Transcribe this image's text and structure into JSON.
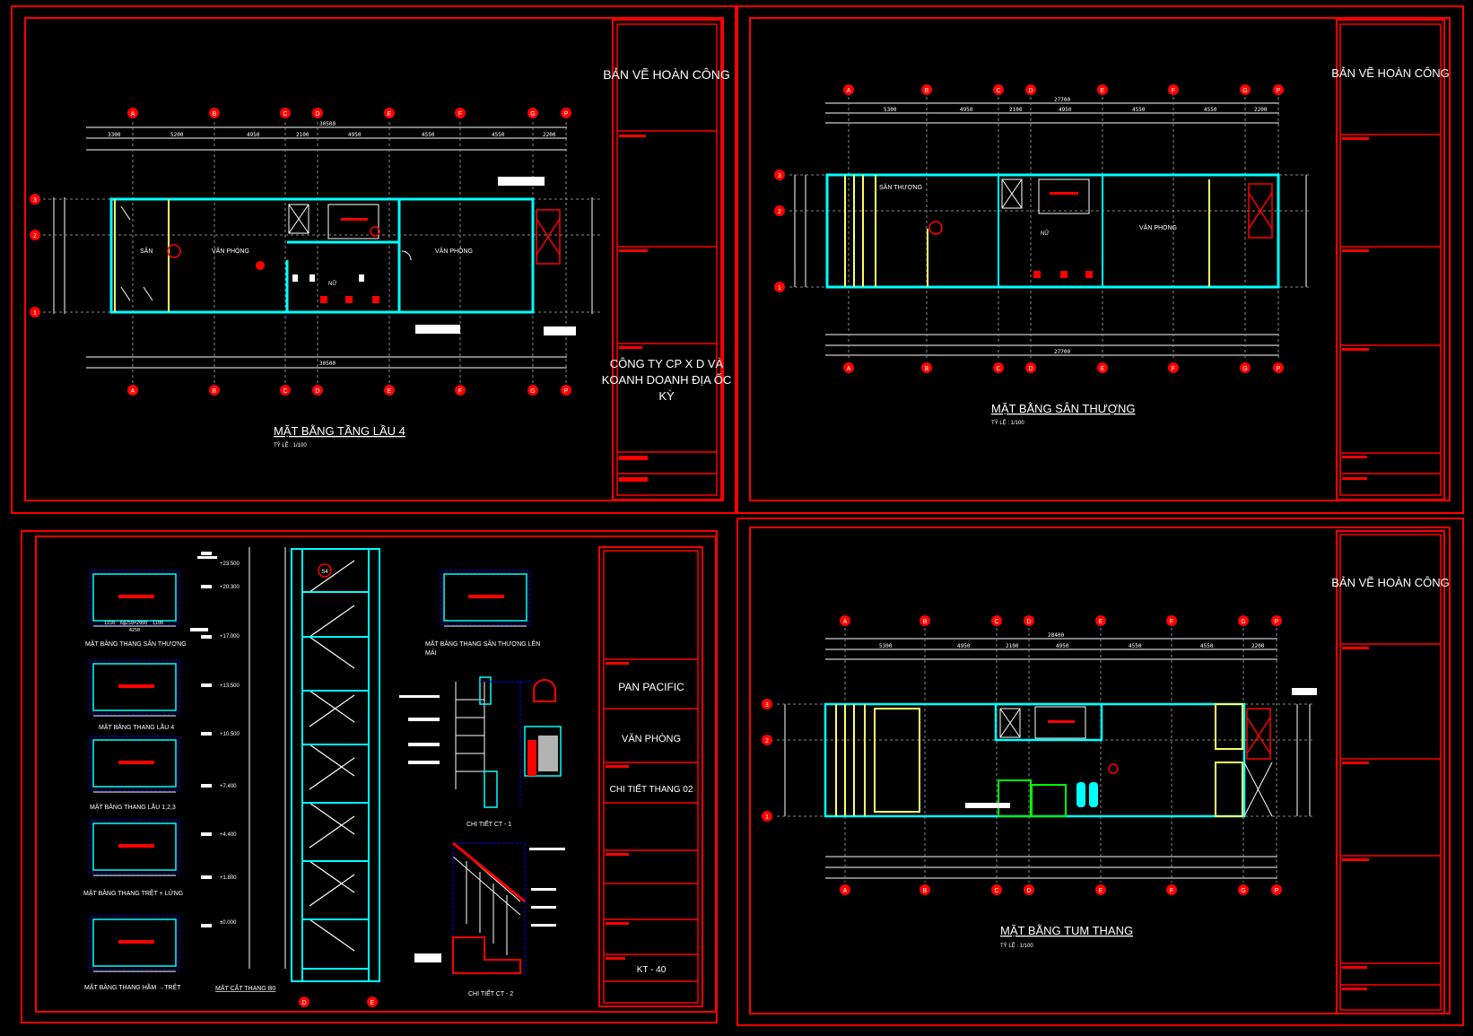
{
  "colors": {
    "background": "#000000",
    "frame": "#ff0000",
    "wall": "#00ffff",
    "dimension": "#ffffff",
    "grid_bubble": "#ff0000",
    "elevator": "#ffffff",
    "railing": "#ffff66",
    "plumbing": "#00ff00",
    "grid_line": "#0000ff"
  },
  "common": {
    "title_block_header": "BẢN VẼ HOÀN CÔNG",
    "scale_label": "TỶ LỆ : 1/100",
    "office_label": "VĂN PHÒNG",
    "grid_axis_letters": [
      "A",
      "B",
      "C",
      "D",
      "E",
      "F",
      "G",
      "P"
    ],
    "grid_axis_numbers": [
      "3",
      "2",
      "1"
    ],
    "toilet_label": "NỮ"
  },
  "sheets": [
    {
      "title": "MẶT BẰNG TẦNG LẦU 4",
      "scale": "TỶ LỆ : 1/100",
      "company": "CÔNG TY CP X D VÀ KOANH DOANH ĐỊA ỐC KỲ",
      "room_labels": [
        "SÂN",
        "VĂN PHÒNG",
        "VĂN PHÒNG",
        "NỮ"
      ],
      "dims_top": [
        "3300",
        "5200",
        "4950",
        "2100",
        "4950",
        "4550",
        "4550",
        "2200"
      ],
      "overall": "30500"
    },
    {
      "title": "MẶT BẰNG SÂN THƯỢNG",
      "scale": "TỶ LỆ : 1/100",
      "room_labels": [
        "SÂN THƯỢNG",
        "VĂN PHÒNG",
        "NỮ"
      ],
      "dims_top": [
        "5300",
        "4950",
        "2100",
        "4950",
        "4550",
        "4550",
        "2200"
      ],
      "overall": "27700"
    },
    {
      "title": "MẶT BẰNG TUM THANG",
      "scale": "TỶ LỆ : 1/100",
      "dims_top": [
        "5300",
        "4950",
        "2100",
        "4950",
        "4550",
        "4550",
        "2200"
      ],
      "overall": "28400"
    },
    {
      "project": "PAN PACIFIC",
      "building": "VĂN PHÒNG",
      "sheet_name": "CHI TIẾT THANG 02",
      "sheet_no": "KT - 40",
      "stair_plans": [
        "MẶT BẰNG THANG SÂN THƯỢNG",
        "MẶT BẰNG THANG LẦU 4",
        "MẶT BẰNG THANG LẦU 1,2,3",
        "MẶT BẰNG THANG TRỆT + LỬNG",
        "MẶT BẰNG THANG HẦM →TRỆT"
      ],
      "section_title": "MẶT CẮT THANG B0",
      "roof_stair_plan": "MẶT BẰNG THANG SÂN THƯỢNG LÊN MÁI",
      "detail_1": "CHI TIẾT CT - 1",
      "detail_2": "CHI TIẾT CT - 2",
      "levels": [
        "+23.500",
        "+20.300",
        "+17.000",
        "+13.500",
        "+10.500",
        "+7.400",
        "+4.400",
        "+1.800",
        "±0.000"
      ],
      "stair_dims": [
        "1150",
        "6@250=2000",
        "1100",
        "4250"
      ],
      "section_axes": [
        "D",
        "E"
      ],
      "section_bubble": "S4"
    }
  ]
}
